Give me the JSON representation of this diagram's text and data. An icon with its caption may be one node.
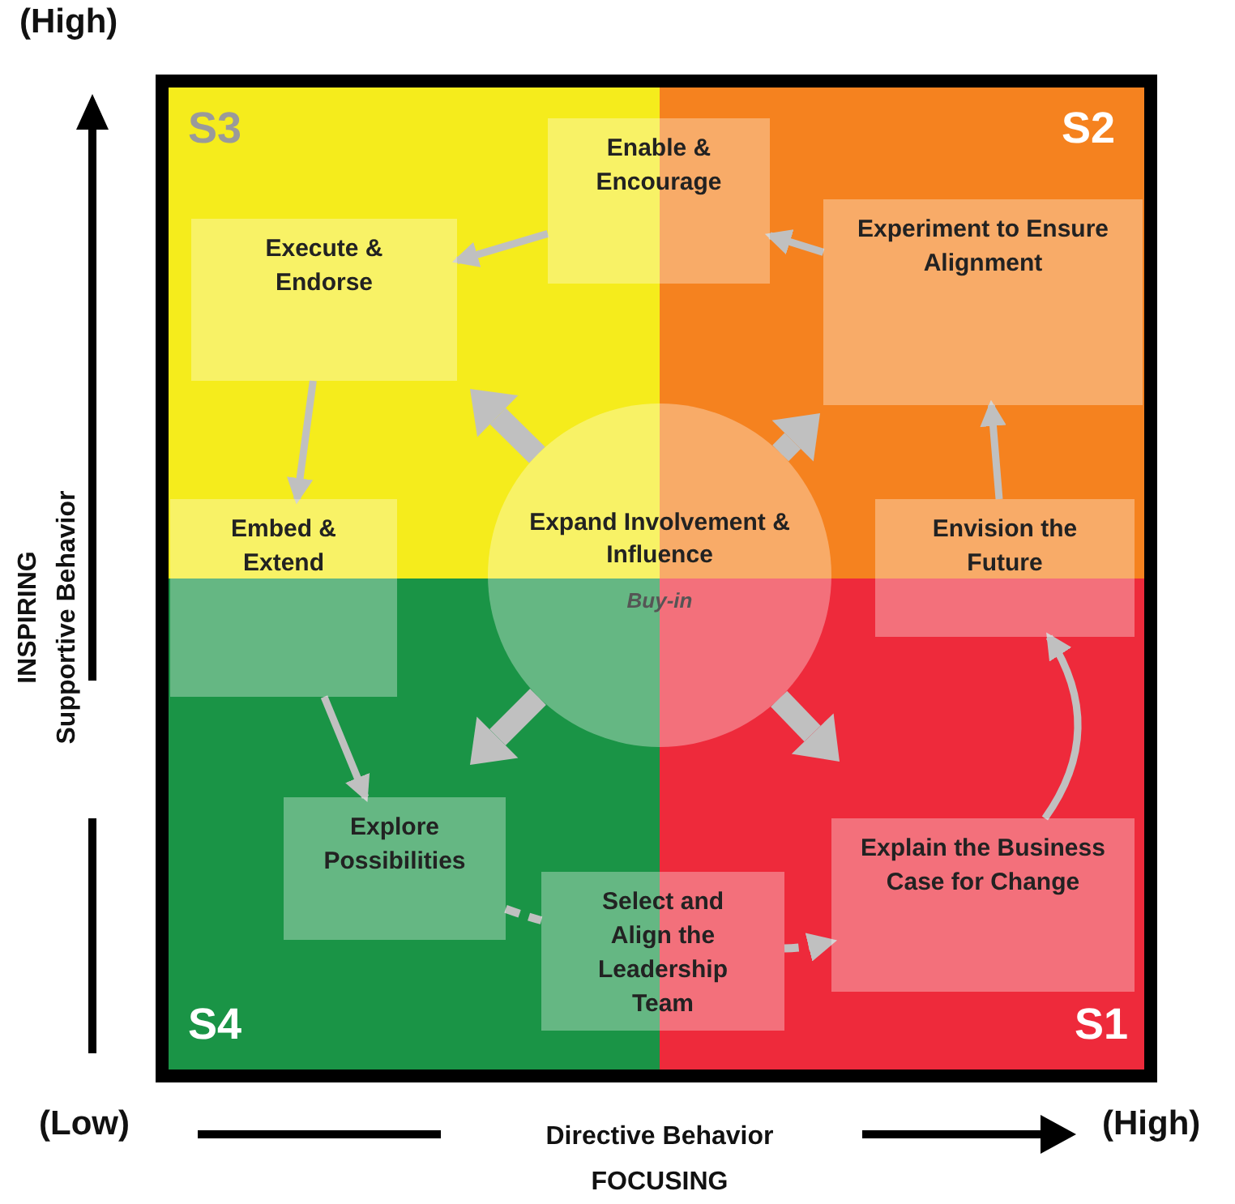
{
  "diagram": {
    "nodes": [
      {
        "text": [
          "Enable & Encourage"
        ]
      },
      {
        "text": [
          "Execute & Endorse"
        ]
      },
      {
        "text": [
          "Experiment to Ensure Alignment"
        ]
      },
      {
        "text": [
          "Embed & Extend"
        ]
      },
      {
        "text": [
          "Expand Involvement & Influence",
          "Buy-in"
        ]
      },
      {
        "text": [
          "Envision the Future"
        ]
      },
      {
        "text": [
          "Explore Possibilities"
        ]
      },
      {
        "text": [
          "Select and Align the Leadership Team"
        ]
      },
      {
        "text": [
          "Explain the Business Case for Change"
        ]
      }
    ],
    "edges": [
      {
        "from": 8,
        "to": 5,
        "arrow": "to"
      },
      {
        "from": 5,
        "to": 2,
        "arrow": "to"
      },
      {
        "from": 2,
        "to": 0,
        "arrow": "to"
      },
      {
        "from": 0,
        "to": 1,
        "arrow": "to"
      },
      {
        "from": 1,
        "to": 3,
        "arrow": "to"
      },
      {
        "from": 3,
        "to": 6,
        "arrow": "to"
      },
      {
        "from": 6,
        "to": 7,
        "arrow": "none",
        "style": "dashed"
      },
      {
        "from": 7,
        "to": 8,
        "arrow": "to",
        "style": "dashed"
      },
      {
        "from": 4,
        "to": null,
        "arrow": "to",
        "style": "thick"
      },
      {
        "from": 4,
        "to": null,
        "arrow": "to",
        "style": "thick"
      },
      {
        "from": 4,
        "to": null,
        "arrow": "to",
        "style": "thick"
      },
      {
        "from": 4,
        "to": null,
        "arrow": "to",
        "style": "thick"
      }
    ],
    "labels": [
      "(High)",
      "S3",
      "S2",
      "INSPIRING",
      "Supportive Behavior",
      "S4",
      "S1",
      "(Low)",
      "Directive Behavior",
      "(High)",
      "FOCUSING"
    ]
  }
}
